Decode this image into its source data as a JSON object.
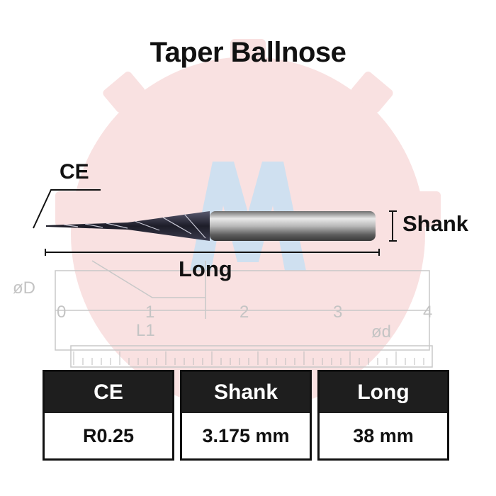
{
  "title": "Taper Ballnose",
  "labels": {
    "ce": "CE",
    "shank": "Shank",
    "long": "Long"
  },
  "background_drawing": {
    "dim_labels": [
      "øD",
      "ød",
      "L1"
    ],
    "scale_numbers": [
      "0",
      "1",
      "2",
      "3",
      "4"
    ]
  },
  "specs": [
    {
      "header": "CE",
      "value": "R0.25"
    },
    {
      "header": "Shank",
      "value": "3.175 mm"
    },
    {
      "header": "Long",
      "value": "38 mm"
    }
  ],
  "colors": {
    "watermark_red": "#f7d9d9",
    "watermark_blue": "#c9dcef",
    "table_header": "#1e1e1e",
    "text": "#111111"
  }
}
